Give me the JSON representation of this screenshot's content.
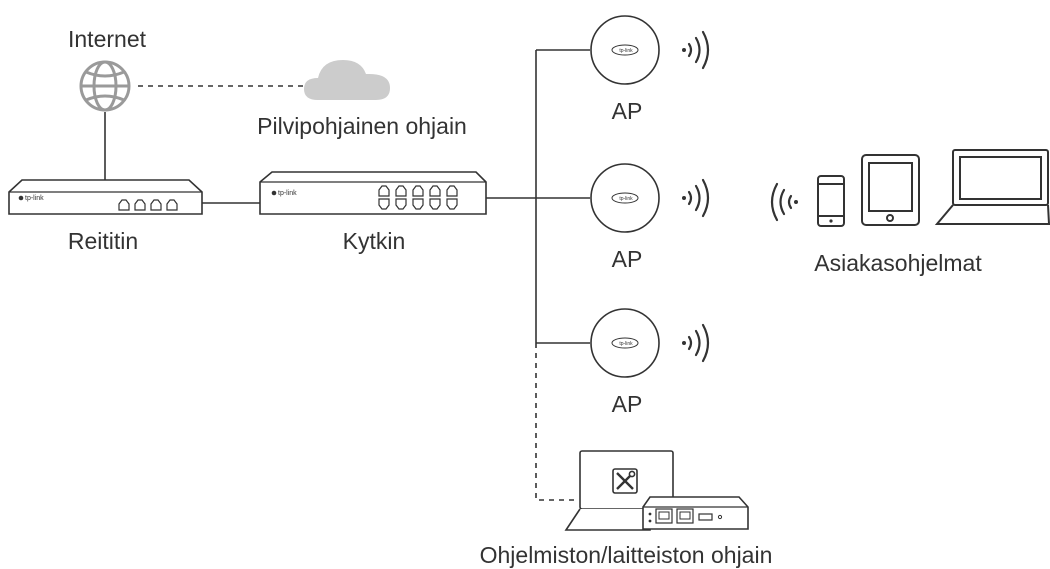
{
  "labels": {
    "internet": "Internet",
    "cloud": "Pilvipohjainen ohjain",
    "router": "Reititin",
    "switch": "Kytkin",
    "ap1": "AP",
    "ap2": "AP",
    "ap3": "AP",
    "clients": "Asiakasohjelmat",
    "controller": "Ohjelmiston/laitteiston ohjain"
  },
  "brand": {
    "router": "tp-link",
    "switch": "tp-link",
    "ap": "tp-link"
  },
  "icons": {
    "globe": "globe-icon",
    "cloud": "cloud-icon",
    "wifi": "wifi-signal-icon",
    "phone": "phone-icon",
    "tablet": "tablet-icon",
    "laptop": "laptop-icon",
    "tools": "wrench-screwdriver-icon"
  },
  "colors": {
    "line": "#333333",
    "device_fill": "#ffffff",
    "cloud": "#cccccc",
    "globe": "#9a9a9a"
  }
}
